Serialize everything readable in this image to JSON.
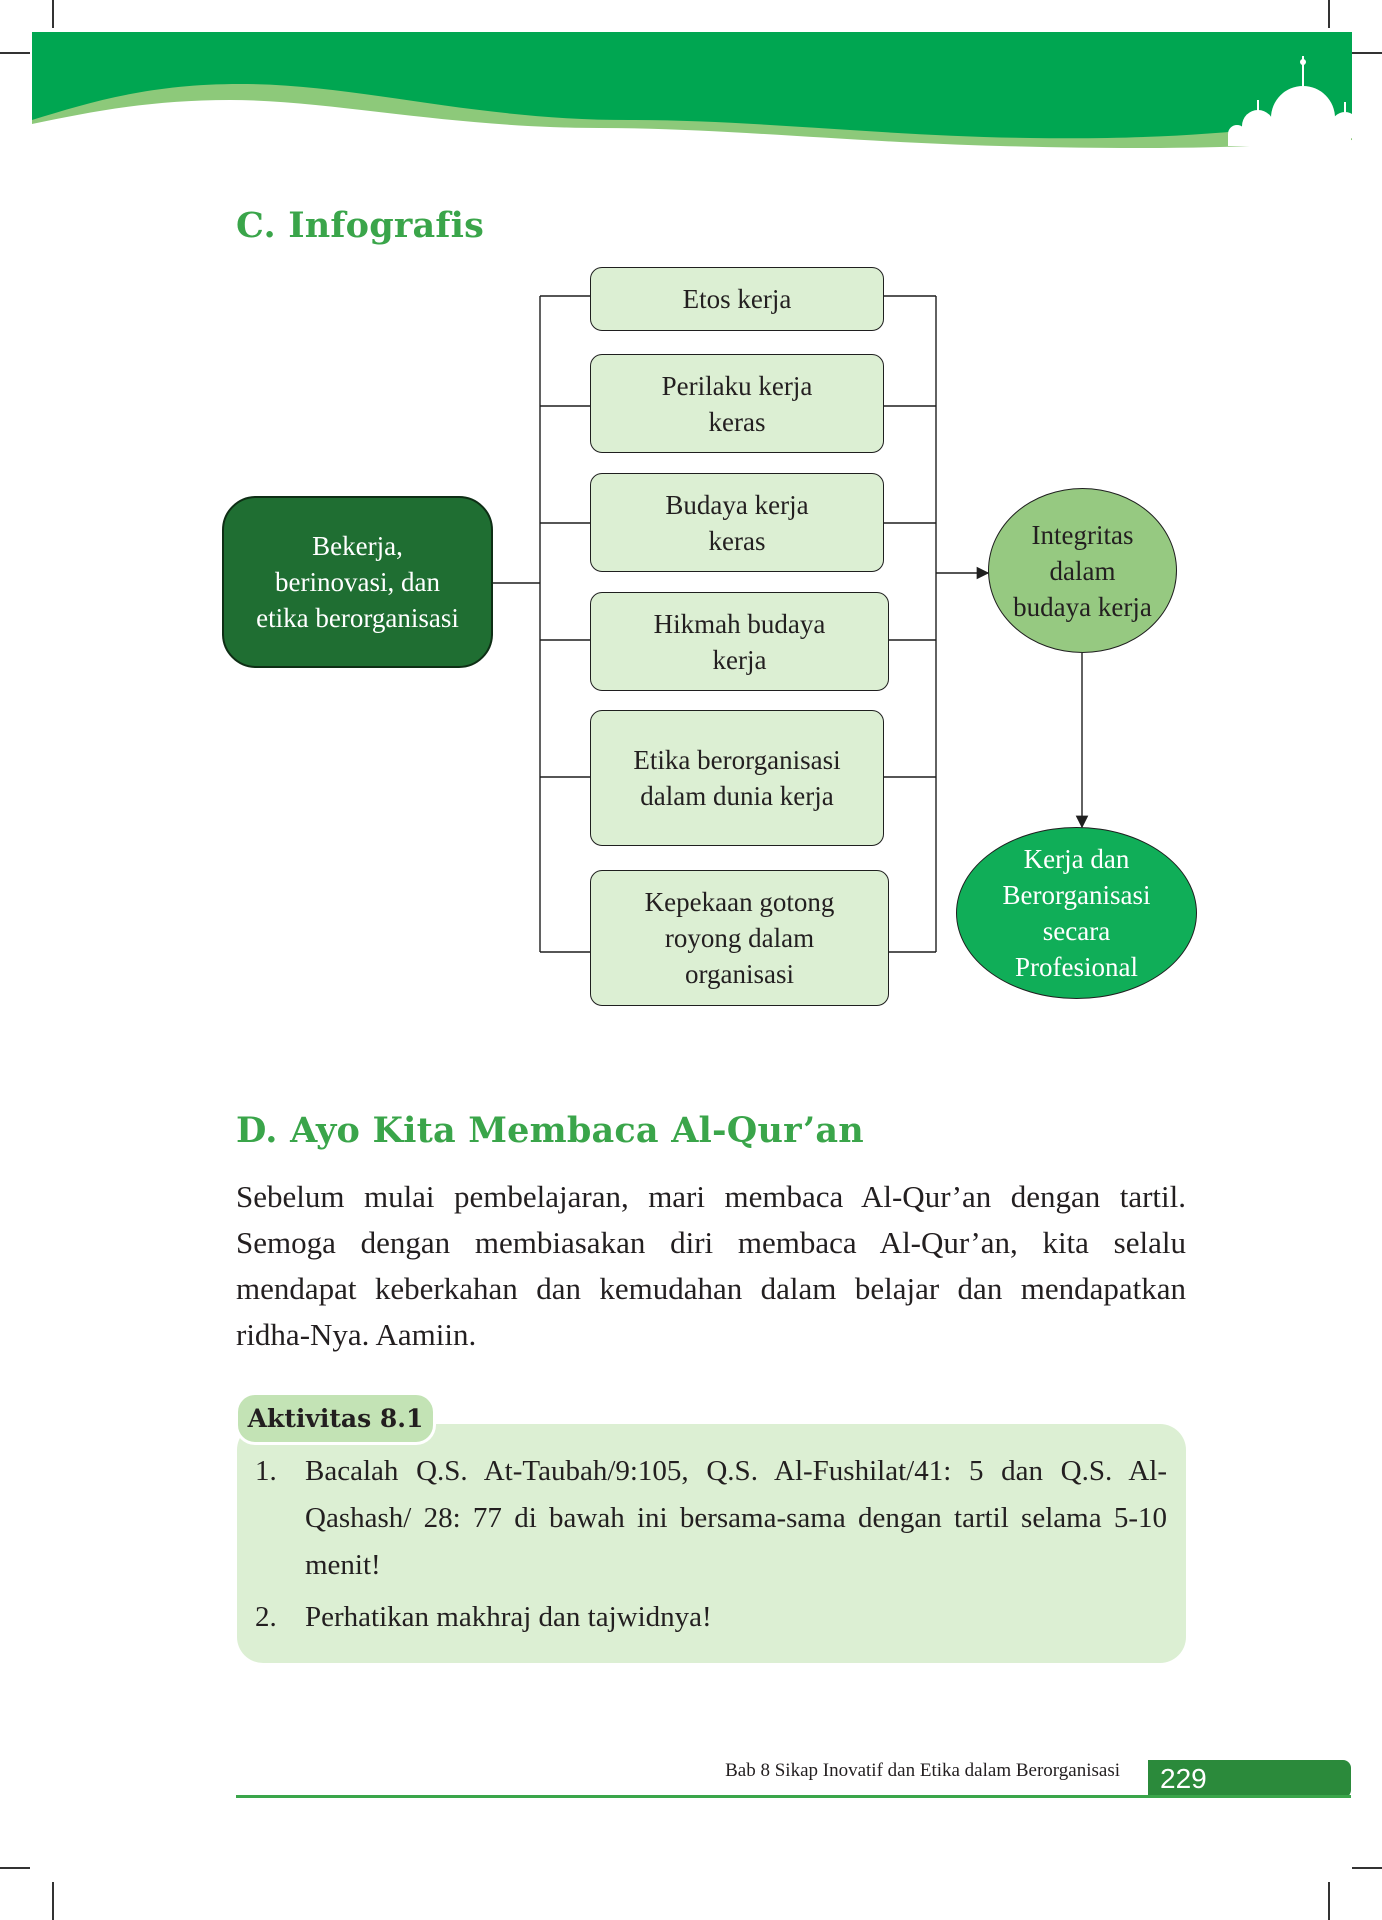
{
  "header": {
    "colors": {
      "band": "#00a651",
      "light_band": "#8dc97a"
    }
  },
  "section_c": {
    "heading": "C. Infografis"
  },
  "infographic": {
    "source": "Bekerja, berinovasi, dan etika berorganisasi",
    "topics": [
      "Etos kerja",
      "Perilaku kerja keras",
      "Budaya kerja keras",
      "Hikmah budaya kerja",
      "Etika berorganisasi dalam dunia kerja",
      "Kepekaan gotong royong dalam organisasi"
    ],
    "integration": "Integritas dalam budaya kerja",
    "result": "Kerja dan Berorganisasi secara Profesional"
  },
  "section_d": {
    "heading": "D. Ayo Kita Membaca Al-Qur’an",
    "paragraph": "Sebelum mulai pembelajaran, mari membaca Al-Qur’an dengan tartil. Semoga dengan membiasakan diri membaca Al-Qur’an, kita selalu mendapat keberkahan dan kemudahan dalam belajar dan mendapatkan ridha-Nya. Aamiin."
  },
  "activity": {
    "label": "Aktivitas 8.1",
    "items": [
      {
        "num": "1.",
        "text": "Bacalah Q.S. At-Taubah/9:105, Q.S. Al-Fushilat/41: 5 dan Q.S. Al-Qashash/ 28: 77 di bawah ini bersama-sama dengan tartil selama 5-10 menit!"
      },
      {
        "num": "2.",
        "text": "Perhatikan makhraj dan tajwidnya!"
      }
    ]
  },
  "footer": {
    "chapter": "Bab 8 Sikap Inovatif dan Etika dalam Berorganisasi",
    "page": "229"
  }
}
